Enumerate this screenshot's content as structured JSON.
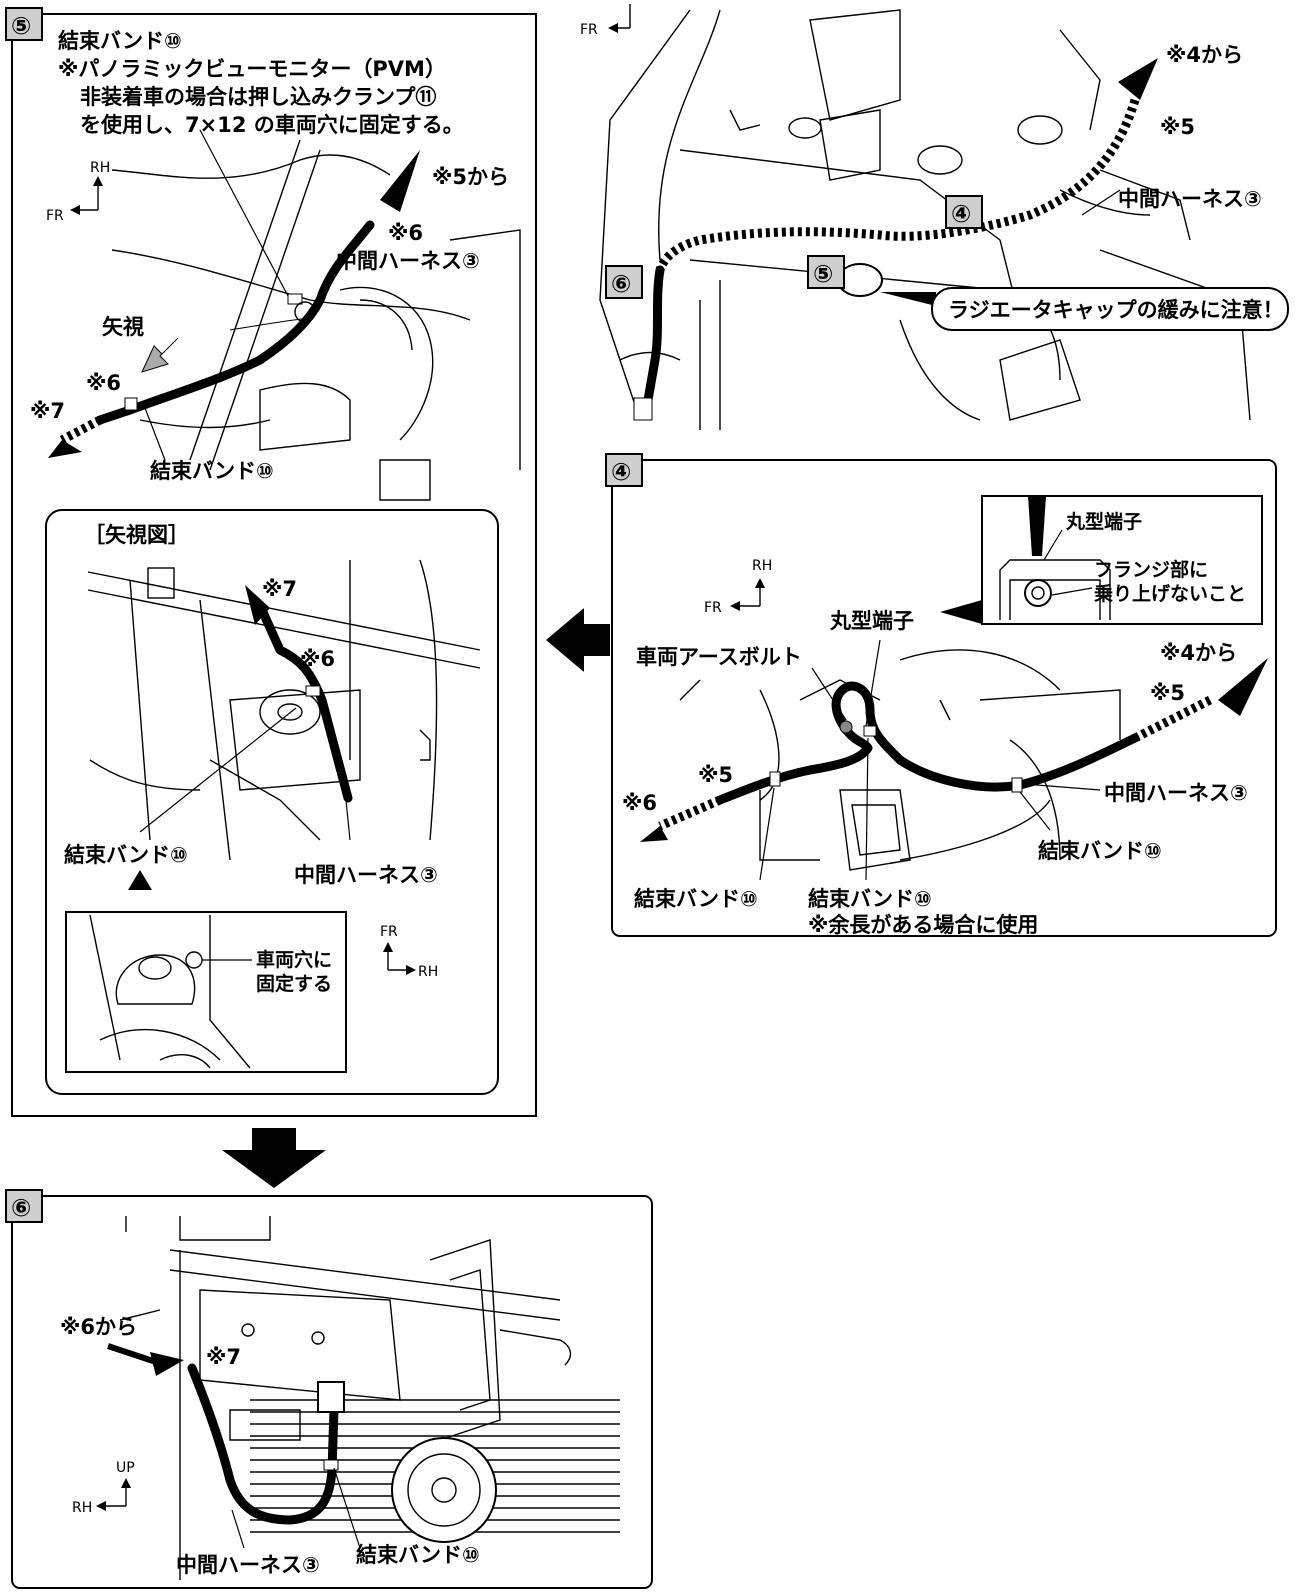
{
  "step5": {
    "number": "⑤",
    "note_title": "結束バンド⑩",
    "note_line1": "※パノラミックビューモニター（PVM）",
    "note_line2": "非装着車の場合は押し込みクランプ⑪",
    "note_line3": "を使用し、7×12 の車両穴に固定する。",
    "dir_rh": "RH",
    "dir_fr": "FR",
    "from5": "※5から",
    "mark6_top": "※6",
    "harness": "中間ハーネス③",
    "view_arrow": "矢視",
    "mark6_low": "※6",
    "mark7": "※7",
    "band": "結束バンド⑩"
  },
  "view": {
    "title": "［矢視図］",
    "mark7": "※7",
    "mark6": "※6",
    "band": "結束バンド⑩",
    "harness": "中間ハーネス③",
    "hole_line1": "車両穴に",
    "hole_line2": "固定する",
    "dir_fr": "FR",
    "dir_rh": "RH"
  },
  "top_right": {
    "dir_fr": "FR",
    "from4": "※4から",
    "mark5": "※5",
    "harness": "中間ハーネス③",
    "num4": "④",
    "num5": "⑤",
    "num6": "⑥",
    "caution": "ラジエータキャップの緩みに注意！"
  },
  "step4": {
    "number": "④",
    "dir_rh": "RH",
    "dir_fr": "FR",
    "inset_terminal": "丸型端子",
    "inset_flange1": "フランジ部に",
    "inset_flange2": "乗り上げないこと",
    "terminal": "丸型端子",
    "earth_bolt": "車両アースボルト",
    "from4": "※4から",
    "mark5_right": "※5",
    "mark5_left": "※5",
    "mark6": "※6",
    "harness": "中間ハーネス③",
    "band_right": "結束バンド⑩",
    "band_left": "結束バンド⑩",
    "band_mid": "結束バンド⑩",
    "band_mid_note": "※余長がある場合に使用"
  },
  "step6": {
    "number": "⑥",
    "from6": "※6から",
    "mark7": "※7",
    "dir_up": "UP",
    "dir_rh": "RH",
    "harness": "中間ハーネス③",
    "band": "結束バンド⑩"
  }
}
